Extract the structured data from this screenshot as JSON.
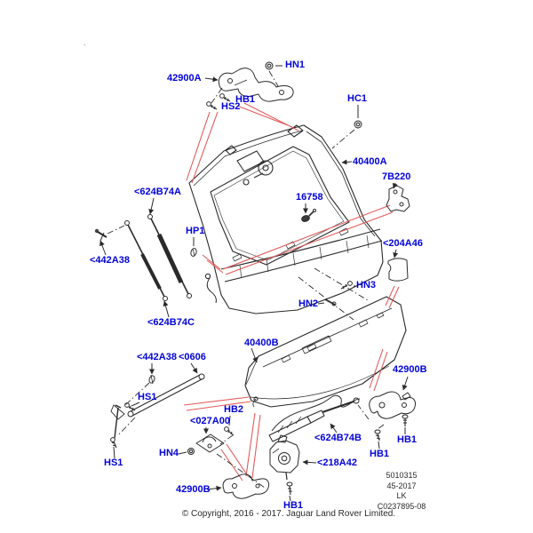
{
  "document": {
    "stray_dot": ".",
    "copyright": "© Copyright, 2016 - 2017. Jaguar Land Rover Limited.",
    "info_block": {
      "line1": "5010315",
      "line2": "45-2017",
      "line3": "LK",
      "line4": "C0237895-08"
    }
  },
  "colors": {
    "callout_blue": "#0202d8",
    "art_black": "#2a2a2a",
    "leader_red": "#e25c5c"
  },
  "callouts": {
    "c42900A_top": "42900A",
    "hn1": "HN1",
    "hb1_top": "HB1",
    "hs2": "HS2",
    "hc1": "HC1",
    "c40400A": "40400A",
    "c7B220": "7B220",
    "c16758": "16758",
    "c624B74A": "<624B74A",
    "hp1": "HP1",
    "c442A38_upper": "<442A38",
    "c204A46": "<204A46",
    "hn3": "HN3",
    "hn2": "HN2",
    "c624B74C": "<624B74C",
    "c40400B": "40400B",
    "c442A38_lower": "<442A38",
    "c0606": "<0606",
    "hs1_mid": "HS1",
    "hb2": "HB2",
    "c027A00": "<027A00",
    "hn4": "HN4",
    "hs1_bottom": "HS1",
    "c42900B_left": "42900B",
    "c624B74B": "<624B74B",
    "c218A42": "<218A42",
    "c42900B_right": "42900B",
    "hb1_right1": "HB1",
    "hb1_right2": "HB1",
    "hb1_bottom": "HB1"
  }
}
